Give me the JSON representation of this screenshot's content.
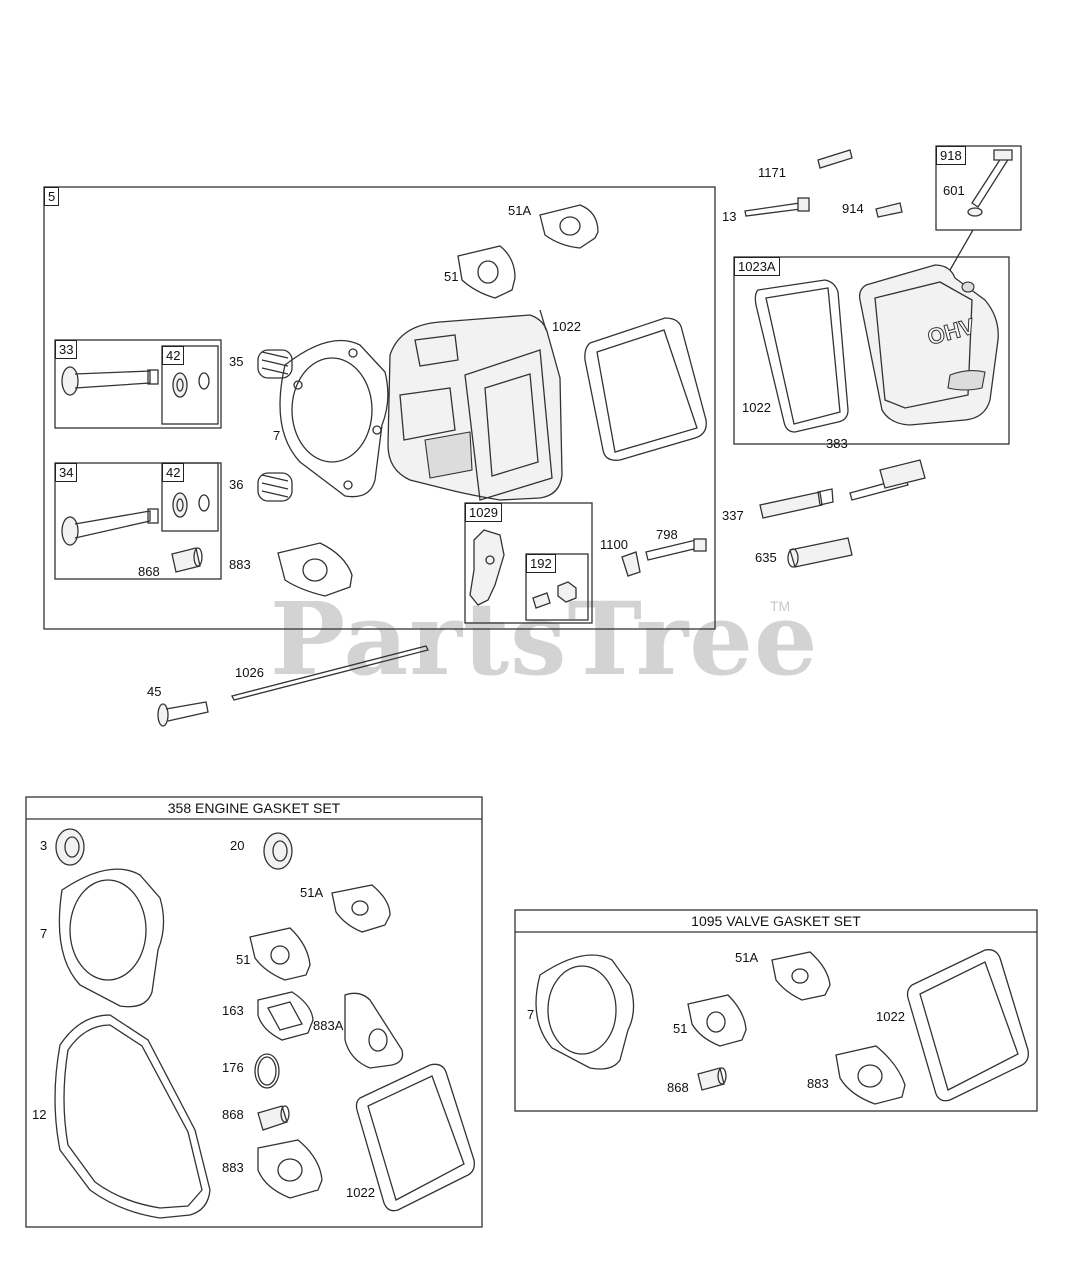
{
  "watermark": {
    "brand": "PartsTree",
    "trademark": "TM"
  },
  "assemblies": {
    "cylinder_head": "5",
    "intake_valve": "33",
    "exhaust_valve": "34",
    "retainer_top": "42",
    "retainer_bottom": "42",
    "rocker_arm": "1029",
    "rocker_nut": "192",
    "breather_tube": "918",
    "valve_cover": "1023A"
  },
  "callouts": {
    "c1171": "1171",
    "c13": "13",
    "c914": "914",
    "c601": "601",
    "c51a": "51A",
    "c51": "51",
    "c1022_head": "1022",
    "c1022_cover": "1022",
    "c35": "35",
    "c7": "7",
    "c36": "36",
    "c868": "868",
    "c883": "883",
    "c1100": "1100",
    "c798": "798",
    "c383": "383",
    "c337": "337",
    "c635": "635",
    "c1026": "1026",
    "c45": "45"
  },
  "engine_gasket_set": {
    "title": "358 ENGINE GASKET SET",
    "labels": {
      "c3": "3",
      "c20": "20",
      "c51a": "51A",
      "c7": "7",
      "c51": "51",
      "c163": "163",
      "c883a": "883A",
      "c176": "176",
      "c12": "12",
      "c868": "868",
      "c883": "883",
      "c1022": "1022"
    }
  },
  "valve_gasket_set": {
    "title": "1095 VALVE GASKET SET",
    "labels": {
      "c51a": "51A",
      "c7": "7",
      "c51": "51",
      "c1022": "1022",
      "c868": "868",
      "c883": "883"
    }
  }
}
